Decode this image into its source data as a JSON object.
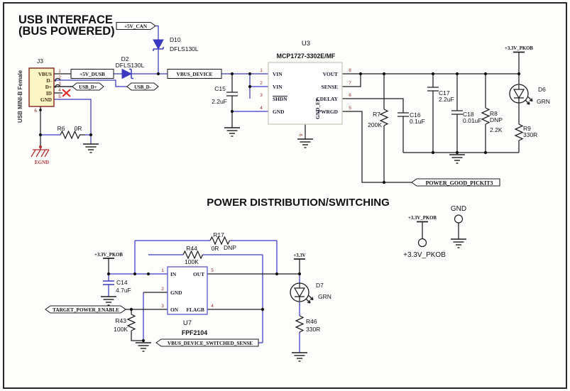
{
  "titles": {
    "section1_line1": "USB INTERFACE",
    "section1_line2": "(BUS POWERED)",
    "section2": "POWER DISTRIBUTION/SWITCHING"
  },
  "nets": {
    "p5v_can": "+5V_CAN",
    "p5v_dusb": "+5V_DUSB",
    "usb_dp": "USB_D+",
    "usb_dm": "USB_D-",
    "vbus_device": "VBUS_DEVICE",
    "power_good": "POWER_GOOD_PICKIT3",
    "target_power_enable": "TARGET_POWER_ENABLE",
    "vbus_switched_sense": "VBUS_DEVICE_SWITCHED_SENSE",
    "p33v_pkob": "+3.3V_PKOB",
    "p33v": "+3.3V",
    "gnd": "GND",
    "egnd": "EGND"
  },
  "components": {
    "j3": {
      "ref": "J3",
      "desc": "USB MINI-B Female",
      "pin_names": [
        "VBUS",
        "D-",
        "D+",
        "ID",
        "GND"
      ],
      "pin_numbers": [
        "1",
        "2",
        "3",
        "4",
        "5",
        "6"
      ]
    },
    "r6": {
      "ref": "R6",
      "value": "0R"
    },
    "d2": {
      "ref": "D2",
      "value": "DFLS130L"
    },
    "d10": {
      "ref": "D10",
      "value": "DFLS130L"
    },
    "u3": {
      "ref": "U3",
      "part": "MCP1727-3302E/MF",
      "left_pins": [
        {
          "n": "1",
          "name": "VIN"
        },
        {
          "n": "2",
          "name": "VIN"
        },
        {
          "n": "3",
          "name": "SHDN"
        },
        {
          "n": "4",
          "name": "GND"
        }
      ],
      "right_pins": [
        {
          "n": "8",
          "name": "VOUT"
        },
        {
          "n": "7",
          "name": "SENSE"
        },
        {
          "n": "6",
          "name": "CDELAY"
        },
        {
          "n": "5",
          "name": "PWRGD"
        }
      ],
      "bottom_pin": {
        "n": "9",
        "name": "GND_EP"
      }
    },
    "c15": {
      "ref": "C15",
      "value": "2.2uF"
    },
    "r7": {
      "ref": "R7",
      "value": "200K"
    },
    "c16": {
      "ref": "C16",
      "value": "0.1uF"
    },
    "c17": {
      "ref": "C17",
      "value": "2.2uF"
    },
    "c18": {
      "ref": "C18",
      "value": "0.01uF"
    },
    "r8": {
      "ref": "R8",
      "note": "DNP",
      "value": "2.2K"
    },
    "r9": {
      "ref": "R9",
      "value": "330R"
    },
    "d6": {
      "ref": "D6",
      "value": "GRN"
    },
    "r17": {
      "ref": "R17",
      "value": "0R",
      "note": "DNP"
    },
    "r44": {
      "ref": "R44",
      "value": "100K"
    },
    "c14": {
      "ref": "C14",
      "value": "4.7uF"
    },
    "u7": {
      "ref": "U7",
      "part": "FPF2104",
      "left_pins": [
        {
          "n": "1",
          "name": "IN"
        },
        {
          "n": "2",
          "name": "GND"
        },
        {
          "n": "3",
          "name": "ON"
        }
      ],
      "right_pins": [
        {
          "n": "5",
          "name": "OUT"
        },
        {
          "n": "4",
          "name": "FLAGB"
        }
      ]
    },
    "r43": {
      "ref": "R43",
      "value": "100K"
    },
    "d7": {
      "ref": "D7",
      "value": "GRN"
    },
    "r46": {
      "ref": "R46",
      "value": "330R"
    }
  },
  "test_points": {
    "tp_33v_label": "+3.3V_PKOB",
    "tp_gnd_label": "GND"
  }
}
